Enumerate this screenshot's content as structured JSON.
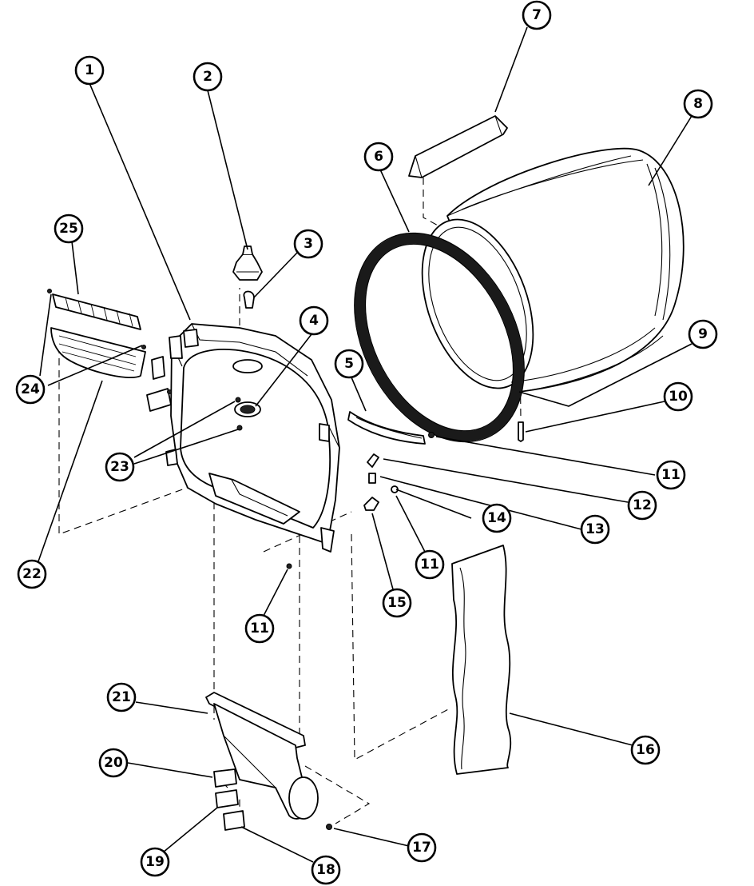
{
  "diagram": {
    "callouts": [
      {
        "id": "c1",
        "label": "1"
      },
      {
        "id": "c2",
        "label": "2"
      },
      {
        "id": "c3",
        "label": "3"
      },
      {
        "id": "c4",
        "label": "4"
      },
      {
        "id": "c5",
        "label": "5"
      },
      {
        "id": "c6",
        "label": "6"
      },
      {
        "id": "c7",
        "label": "7"
      },
      {
        "id": "c8",
        "label": "8"
      },
      {
        "id": "c9",
        "label": "9"
      },
      {
        "id": "c10",
        "label": "10"
      },
      {
        "id": "c11a",
        "label": "11"
      },
      {
        "id": "c11b",
        "label": "11"
      },
      {
        "id": "c11c",
        "label": "11"
      },
      {
        "id": "c12",
        "label": "12"
      },
      {
        "id": "c13",
        "label": "13"
      },
      {
        "id": "c14",
        "label": "14"
      },
      {
        "id": "c15",
        "label": "15"
      },
      {
        "id": "c16",
        "label": "16"
      },
      {
        "id": "c17",
        "label": "17"
      },
      {
        "id": "c18",
        "label": "18"
      },
      {
        "id": "c19",
        "label": "19"
      },
      {
        "id": "c20",
        "label": "20"
      },
      {
        "id": "c21",
        "label": "21"
      },
      {
        "id": "c22",
        "label": "22"
      },
      {
        "id": "c23",
        "label": "23"
      },
      {
        "id": "c24",
        "label": "24"
      },
      {
        "id": "c25",
        "label": "25"
      }
    ]
  }
}
